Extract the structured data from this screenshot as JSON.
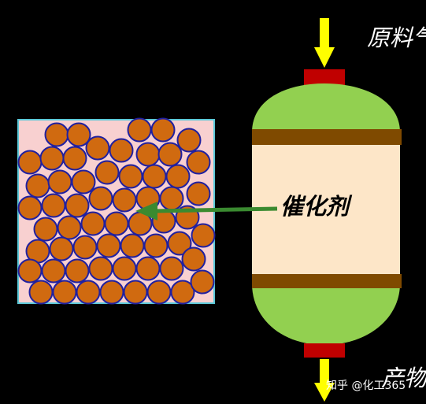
{
  "labels": {
    "feed": "原料气",
    "catalyst": "催化剂",
    "product": "产物",
    "watermark": "知乎 @化工365"
  },
  "colors": {
    "background": "#000000",
    "arrow_yellow": "#ffff00",
    "nozzle_red": "#c00000",
    "head_green": "#92d050",
    "band_brown": "#7f4a00",
    "bed_fill": "#fde6c8",
    "panel_fill": "#f8d0d0",
    "panel_border": "#5bc8d8",
    "particle_fill": "#d06a10",
    "particle_stroke": "#2020a0",
    "pointer_arrow": "#3a8a30"
  }
}
